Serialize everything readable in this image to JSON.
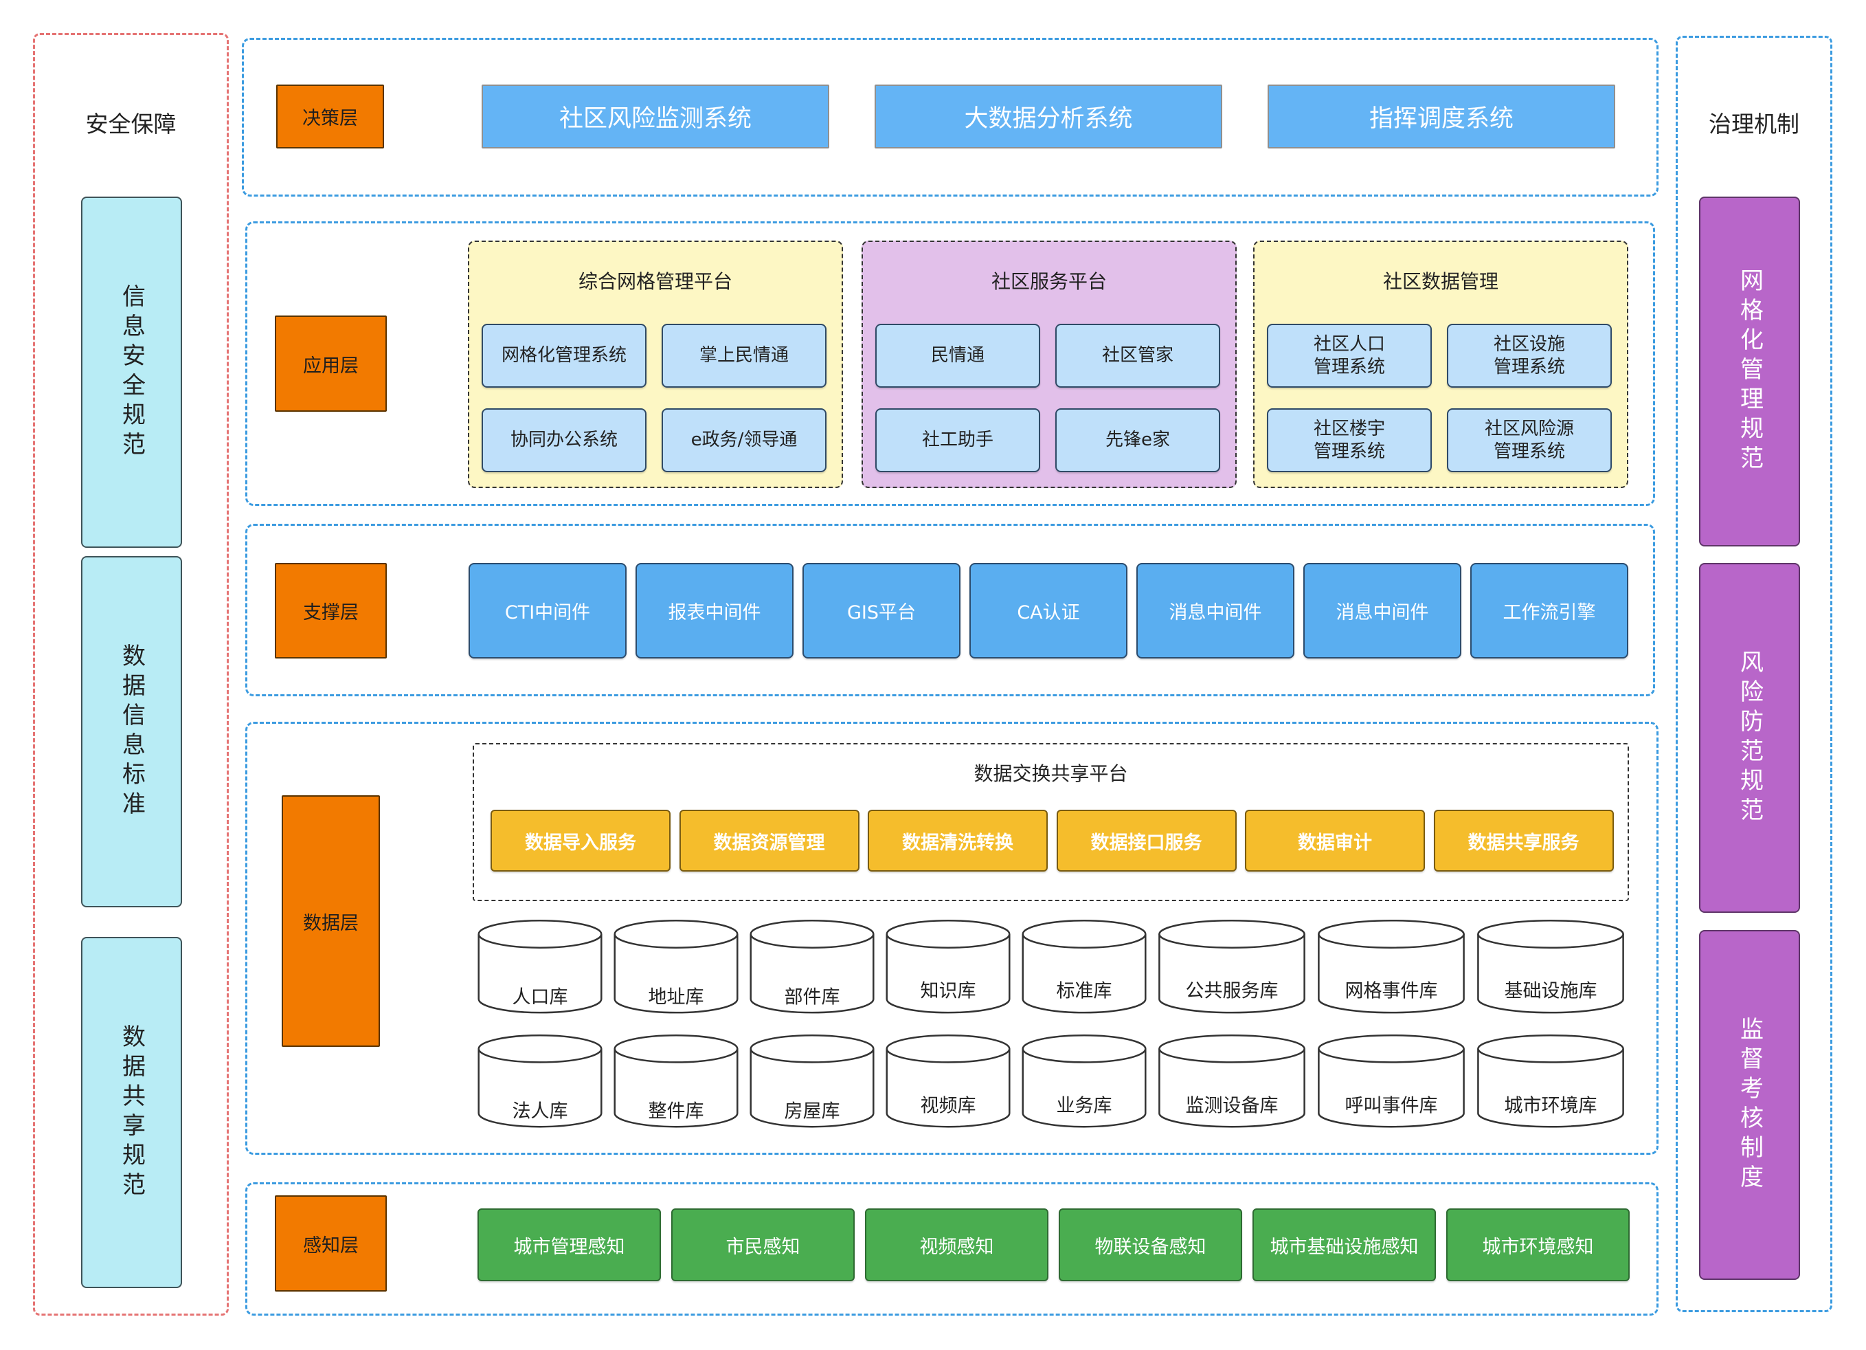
{
  "security": {
    "title": "安全保障",
    "items": [
      "信息安全规范",
      "数据信息标准",
      "数据共享规范"
    ]
  },
  "governance": {
    "title": "治理机制",
    "items": [
      "网格化管理规范",
      "风险防范规范",
      "监督考核制度"
    ]
  },
  "layers": {
    "decision": {
      "label": "决策层",
      "systems": [
        "社区风险监测系统",
        "大数据分析系统",
        "指挥调度系统"
      ]
    },
    "application": {
      "label": "应用层",
      "groups": [
        {
          "title": "综合网格管理平台",
          "items": [
            "网格化管理系统",
            "掌上民情通",
            "协同办公系统",
            "e政务/领导通"
          ]
        },
        {
          "title": "社区服务平台",
          "items": [
            "民情通",
            "社区管家",
            "社工助手",
            "先锋e家"
          ]
        },
        {
          "title": "社区数据管理",
          "items": [
            "社区人口\n管理系统",
            "社区设施\n管理系统",
            "社区楼宇\n管理系统",
            "社区风险源\n管理系统"
          ]
        }
      ]
    },
    "support": {
      "label": "支撑层",
      "items": [
        "CTI中间件",
        "报表中间件",
        "GIS平台",
        "CA认证",
        "消息中间件",
        "消息中间件",
        "工作流引擎"
      ]
    },
    "data": {
      "label": "数据层",
      "platform": {
        "title": "数据交换共享平台",
        "services": [
          "数据导入服务",
          "数据资源管理",
          "数据清洗转换",
          "数据接口服务",
          "数据审计",
          "数据共享服务"
        ]
      },
      "databases": {
        "row1": [
          "人口库",
          "地址库",
          "部件库",
          "知识库",
          "标准库",
          "公共服务库",
          "网格事件库",
          "基础设施库"
        ],
        "row2": [
          "法人库",
          "整件库",
          "房屋库",
          "视频库",
          "业务库",
          "监测设备库",
          "呼叫事件库",
          "城市环境库"
        ]
      }
    },
    "perception": {
      "label": "感知层",
      "items": [
        "城市管理感知",
        "市民感知",
        "视频感知",
        "物联设备感知",
        "城市基础设施感知",
        "城市环境感知"
      ]
    }
  },
  "colors": {
    "layer_border": "#3b9be0",
    "security_border": "#e57373",
    "label_orange": "#f27a00",
    "top_blue": "#64b4f5",
    "support_blue": "#5aaef0",
    "light_blue": "#bfe0fa",
    "group_yellow": "#fdf7c4",
    "group_purple": "#e2c0ea",
    "service_yellow": "#f5bd2c",
    "green": "#4aad50",
    "security_fill": "#b8ecf5",
    "governance_fill": "#b866c9"
  }
}
